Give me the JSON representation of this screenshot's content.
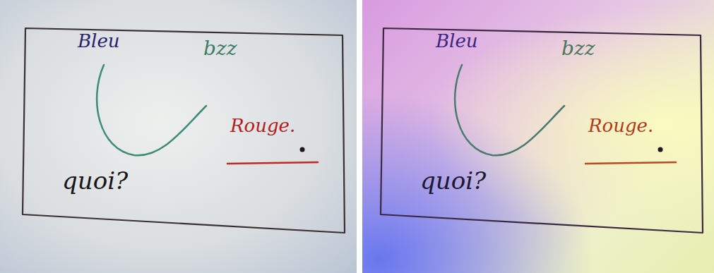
{
  "diagram": {
    "nodes": [
      {
        "text": [
          "Bleu",
          "bzz",
          "Rouge.",
          "quoi?"
        ]
      },
      {
        "text": [
          "Bleu",
          "bzz",
          "Rouge.",
          "quoi?"
        ]
      }
    ]
  }
}
